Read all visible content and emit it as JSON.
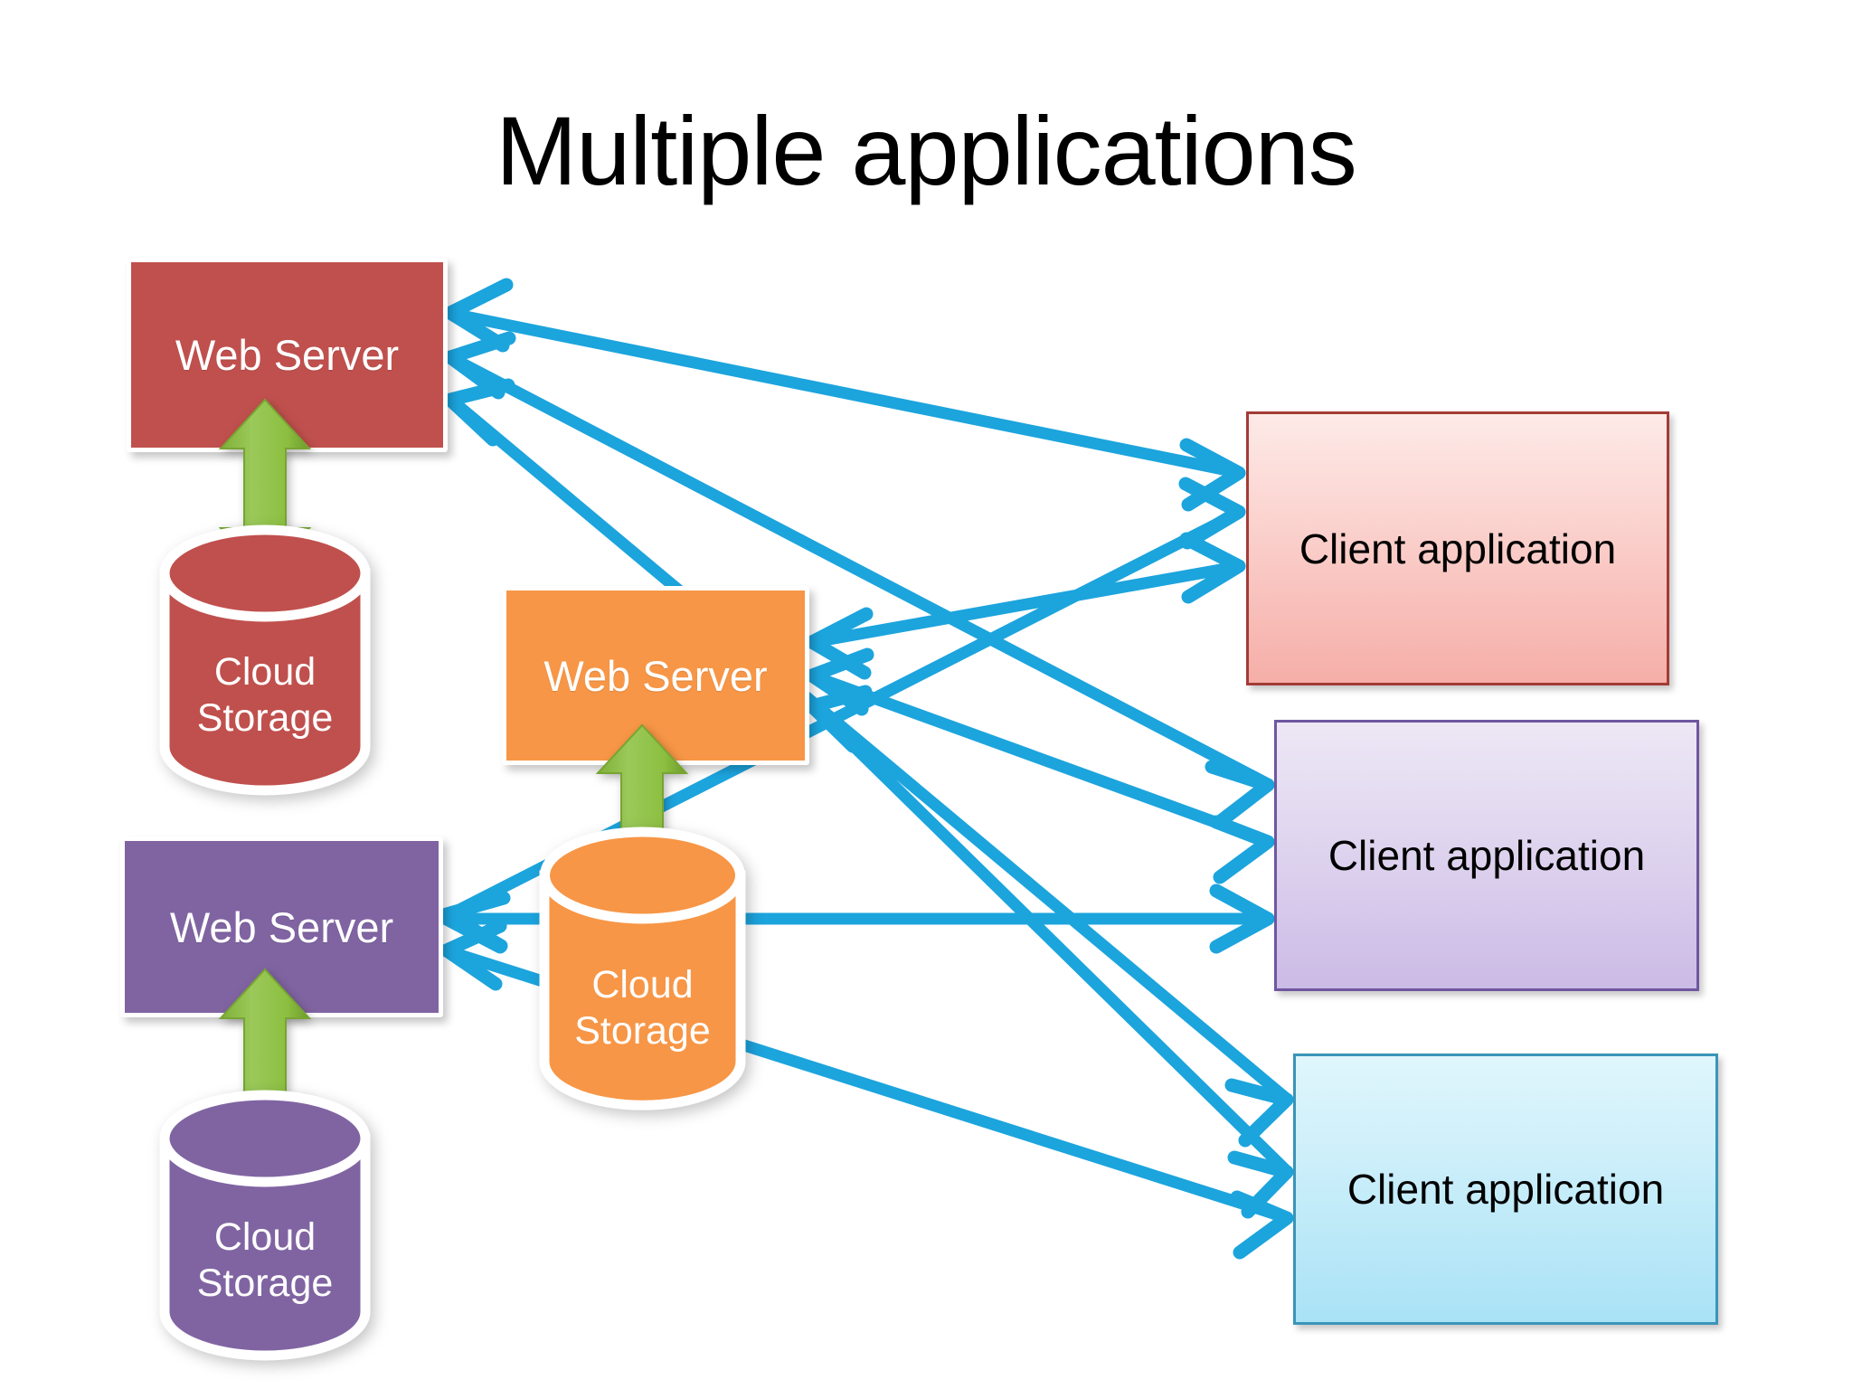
{
  "slide": {
    "title": "Multiple applications",
    "background_color": "#FFFFFF"
  },
  "palette": {
    "red_server": "#C0504D",
    "orange_server": "#F79646",
    "purple_server": "#8064A2",
    "green_arrow": "#8CBF40",
    "green_arrow_dark": "#76A22F",
    "blue_connector": "#1CA4DD",
    "pink_client_fill": "#FBD4D0",
    "pink_client_border": "#A33B36",
    "lavender_client_fill": "#E2D8F0",
    "lavender_client_border": "#6F57A0",
    "cyan_client_fill": "#CDEFFA",
    "cyan_client_border": "#3A95B8",
    "cylinder_outline": "#FFFFFF",
    "text_on_fill": "#FFFFFF",
    "text_on_light": "#000000"
  },
  "servers": [
    {
      "id": "web-server-red",
      "label": "Web Server",
      "color_key": "red_server"
    },
    {
      "id": "web-server-orange",
      "label": "Web Server",
      "color_key": "orange_server"
    },
    {
      "id": "web-server-purple",
      "label": "Web Server",
      "color_key": "purple_server"
    }
  ],
  "storages": [
    {
      "id": "cloud-storage-red",
      "label_line1": "Cloud",
      "label_line2": "Storage",
      "color_key": "red_server"
    },
    {
      "id": "cloud-storage-orange",
      "label_line1": "Cloud",
      "label_line2": "Storage",
      "color_key": "orange_server"
    },
    {
      "id": "cloud-storage-purple",
      "label_line1": "Cloud",
      "label_line2": "Storage",
      "color_key": "purple_server"
    }
  ],
  "clients": [
    {
      "id": "client-application-pink",
      "label": "Client application",
      "color_key": "pink_client_fill"
    },
    {
      "id": "client-application-lavender",
      "label": "Client application",
      "color_key": "lavender_client_fill"
    },
    {
      "id": "client-application-cyan",
      "label": "Client application",
      "color_key": "cyan_client_fill"
    }
  ],
  "icons": {
    "vertical_double_arrow": "up-down-double-arrow-icon",
    "connector_arrow": "bidirectional-arrow-icon",
    "cylinder": "database-cylinder-icon"
  },
  "connections": {
    "style": "bidirectional",
    "count": 9,
    "description": "Every Web Server is connected to every Client application by a double-headed blue arrow; each Web Server is linked to its own Cloud Storage by a green double-headed arrow.",
    "pairs": [
      {
        "from": "web-server-red",
        "to": "client-application-pink"
      },
      {
        "from": "web-server-red",
        "to": "client-application-lavender"
      },
      {
        "from": "web-server-red",
        "to": "client-application-cyan"
      },
      {
        "from": "web-server-orange",
        "to": "client-application-pink"
      },
      {
        "from": "web-server-orange",
        "to": "client-application-lavender"
      },
      {
        "from": "web-server-orange",
        "to": "client-application-cyan"
      },
      {
        "from": "web-server-purple",
        "to": "client-application-pink"
      },
      {
        "from": "web-server-purple",
        "to": "client-application-lavender"
      },
      {
        "from": "web-server-purple",
        "to": "client-application-cyan"
      }
    ],
    "storage_links": [
      {
        "from": "web-server-red",
        "to": "cloud-storage-red"
      },
      {
        "from": "web-server-orange",
        "to": "cloud-storage-orange"
      },
      {
        "from": "web-server-purple",
        "to": "cloud-storage-purple"
      }
    ]
  }
}
